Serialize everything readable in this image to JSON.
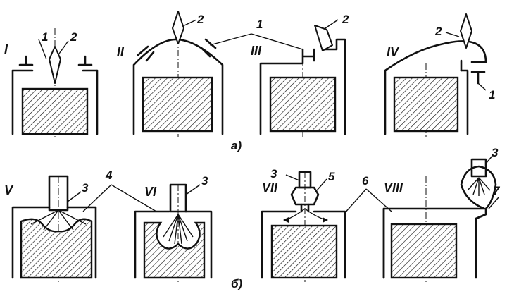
{
  "figure": {
    "subfigures": [
      {
        "id": "a",
        "caption": "а)",
        "variants": [
          {
            "label": "I",
            "callouts": [
              "1",
              "2"
            ]
          },
          {
            "label": "II",
            "callouts": [
              "2"
            ]
          },
          {
            "label": "III",
            "callouts": [
              "2"
            ]
          },
          {
            "label": "IV",
            "callouts": [
              "2",
              "1"
            ]
          }
        ],
        "shared_callout": "1"
      },
      {
        "id": "b",
        "caption": "б)",
        "variants": [
          {
            "label": "V",
            "callouts": [
              "3"
            ]
          },
          {
            "label": "VI",
            "callouts": [
              "3"
            ]
          },
          {
            "label": "VII",
            "callouts": [
              "3",
              "5"
            ]
          },
          {
            "label": "VIII",
            "callouts": [
              "3",
              "7"
            ]
          }
        ],
        "shared_callouts": [
          "4",
          "6"
        ]
      }
    ]
  }
}
